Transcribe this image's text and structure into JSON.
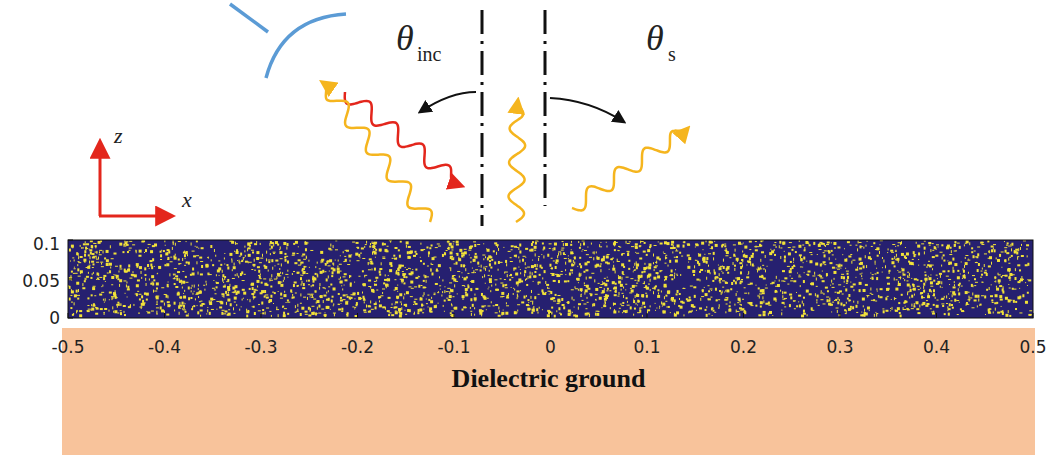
{
  "diagram": {
    "nodes": [
      {
        "text": [
          "Dielectric ground"
        ]
      }
    ],
    "labels": [
      "z",
      "x",
      "θ",
      "inc",
      "θ",
      "s",
      "0.1",
      "0.05",
      "0",
      "-0.5",
      "-0.4",
      "-0.3",
      "-0.2",
      "-0.1",
      "0",
      "0.1",
      "0.2",
      "0.3",
      "0.4",
      "0.5"
    ]
  }
}
